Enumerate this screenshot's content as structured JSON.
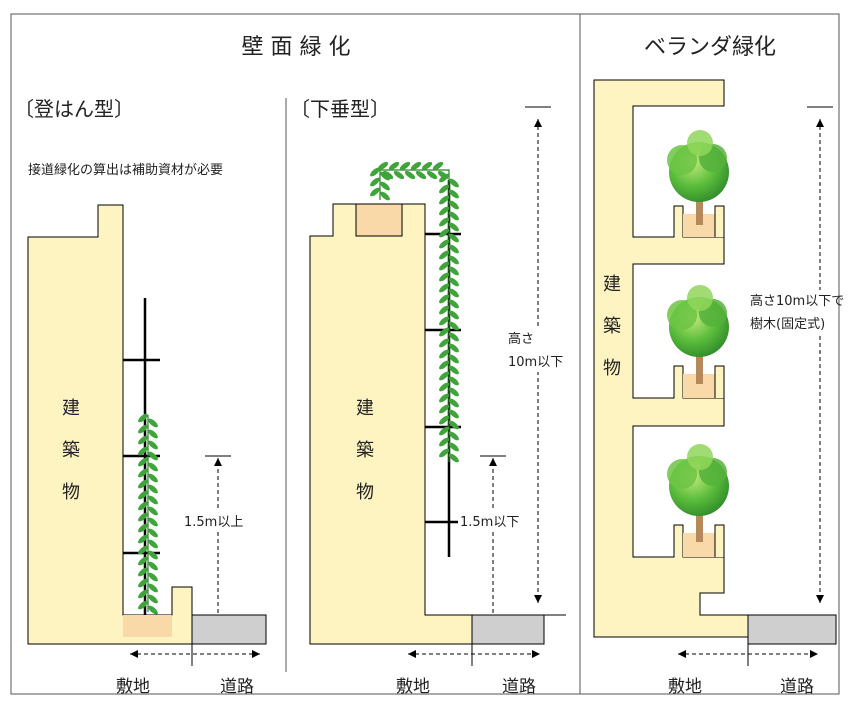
{
  "wall_section": {
    "title": "壁 面 緑 化",
    "climbing": {
      "label": "〔登はん型〕",
      "note": "接道緑化の算出は補助資材が必要",
      "building": [
        "建",
        "築",
        "物"
      ],
      "height": "1.5m以上",
      "site": "敷地",
      "road": "道路"
    },
    "hanging": {
      "label": "〔下垂型〕",
      "building": [
        "建",
        "築",
        "物"
      ],
      "height_total_1": "高さ",
      "height_total_2": "10m以下",
      "height_low": "1.5m以下",
      "site": "敷地",
      "road": "道路"
    }
  },
  "veranda_section": {
    "title": "ベランダ緑化",
    "building": [
      "建",
      "築",
      "物"
    ],
    "height_1": "高さ10m以下で",
    "height_2": "樹木(固定式)",
    "site": "敷地",
    "road": "道路"
  },
  "colors": {
    "building": "#fdf4c2",
    "soil": "#f9d9a8",
    "road": "#cfcfcf",
    "leaf": "#3fa53a",
    "tree": "#5bbd3c",
    "trunk": "#b5895a"
  }
}
